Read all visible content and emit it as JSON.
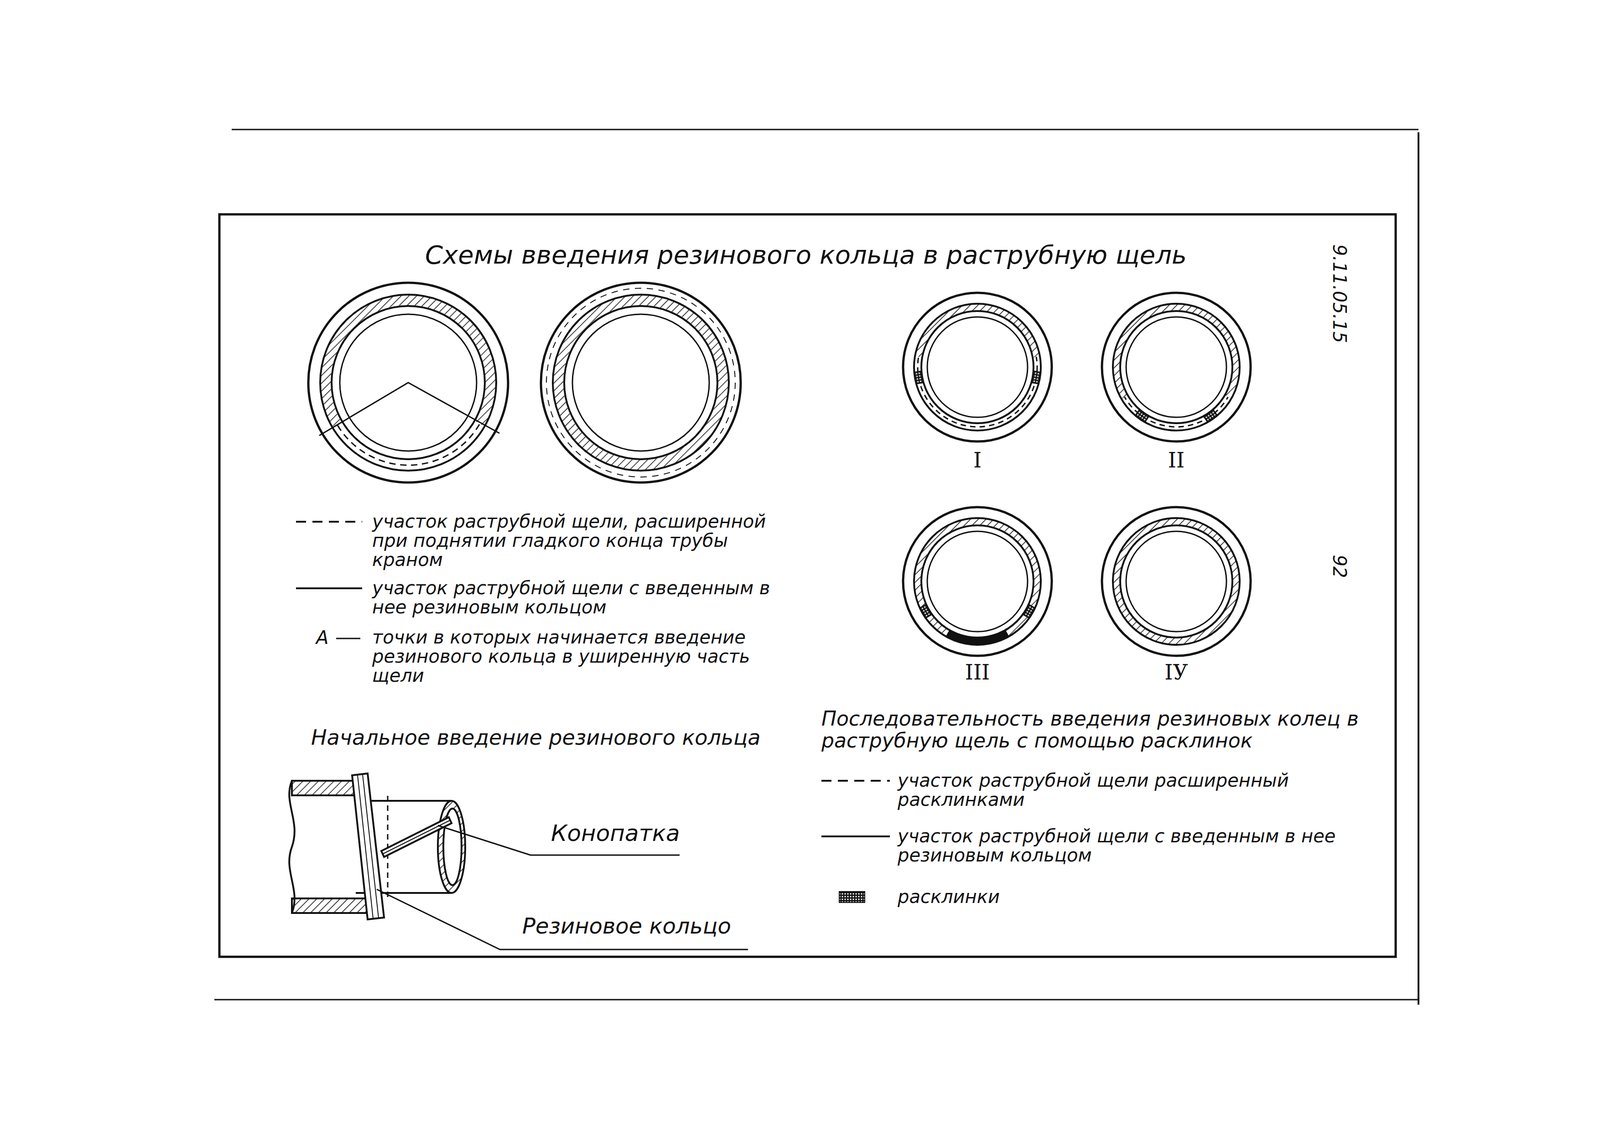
{
  "diagram": {
    "title": "Схемы введения резинового кольца в раструбную щель",
    "nodes": [
      {
        "text": [
          "I"
        ]
      },
      {
        "text": [
          "II"
        ]
      },
      {
        "text": [
          "III"
        ]
      },
      {
        "text": [
          "IУ"
        ]
      }
    ],
    "labels": [
      "9.11.05.15",
      "92",
      "А",
      "Начальное введение резинового кольца",
      "Конопатка",
      "Резиновое кольцо",
      "Последовательность введения резиновых колец в раструбную щель с помощью расклинок"
    ],
    "legend": [
      {
        "text": "участок раструбной щели, расширенной при поднятии гладкого конца трубы краном"
      },
      {
        "text": "участок раструбной щели с введенным в нее резиновым кольцом"
      },
      {
        "text": "точки в которых начинается введение резинового кольца в уширенную часть щели"
      },
      {
        "text": "участок раструбной щели расширенный расклинками"
      },
      {
        "text": "участок раструбной щели с введенным в нее резиновым кольцом"
      },
      {
        "text": "расклинки"
      }
    ]
  }
}
